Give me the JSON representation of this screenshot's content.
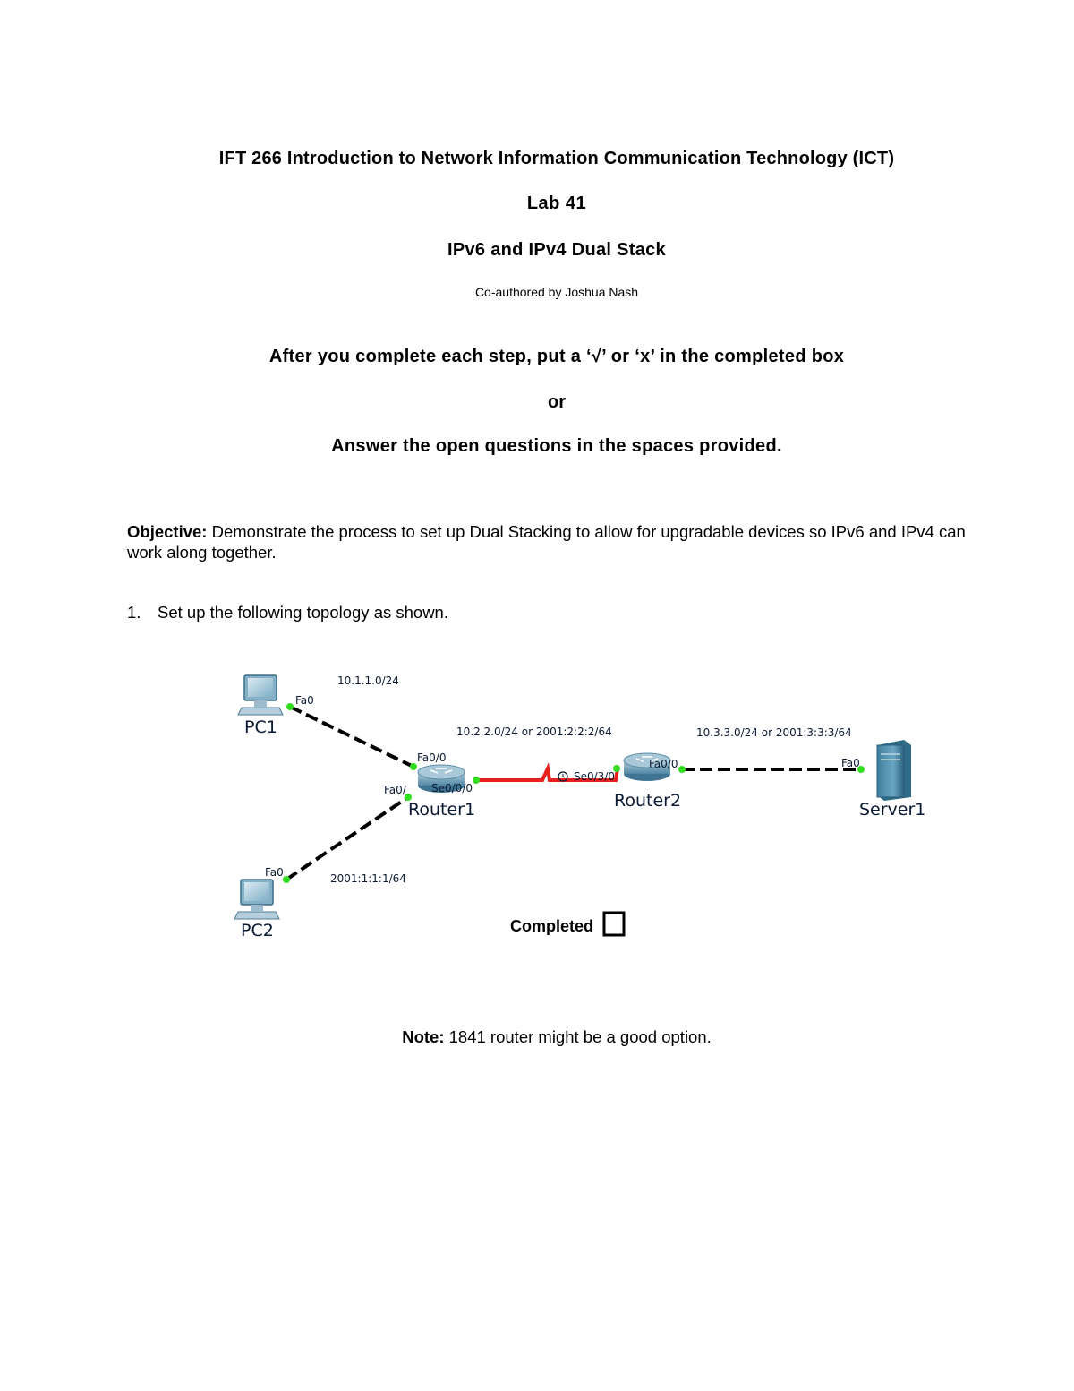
{
  "header": {
    "course_title": "IFT 266 Introduction to Network Information Communication Technology (ICT)",
    "lab_number": "Lab 41",
    "lab_topic": "IPv6 and IPv4 Dual Stack",
    "author": "Co-authored by Joshua Nash"
  },
  "instructions": {
    "line1": "After you complete each step, put a ‘√’ or ‘x’ in the completed box",
    "or": "or",
    "line2": "Answer the open questions in the spaces provided."
  },
  "objective": {
    "label": "Objective:",
    "text": " Demonstrate the process to set up Dual Stacking to allow for upgradable devices so IPv6 and IPv4 can work along together."
  },
  "step1": {
    "number": "1.",
    "text": "Set up the following topology as shown."
  },
  "topology": {
    "devices": {
      "pc1": "PC1",
      "pc2": "PC2",
      "router1": "Router1",
      "router2": "Router2",
      "server1": "Server1"
    },
    "interfaces": {
      "pc1_fa0": "Fa0",
      "pc2_fa0": "Fa0",
      "r1_fa00": "Fa0/0",
      "r1_fa01": "Fa0/",
      "r1_se000": "Se0/0/0",
      "r2_se": "Se0/3/0",
      "r2_fa00": "Fa0/0",
      "server_fa0": "Fa0"
    },
    "networks": {
      "lan1": "10.1.1.0/24",
      "lan2": "2001:1:1:1/64",
      "wan": "10.2.2.0/24 or 2001:2:2:2/64",
      "lan3": "10.3.3.0/24 or 2001:3:3:3/64"
    },
    "completed_label": "Completed",
    "colors": {
      "ethernet_link": "#000000",
      "serial_link": "#e8201c",
      "link_up": "#33dd22",
      "device_body": "#5a9ab8"
    }
  },
  "note": {
    "label": "Note:",
    "text": " 1841 router might be a good option."
  }
}
